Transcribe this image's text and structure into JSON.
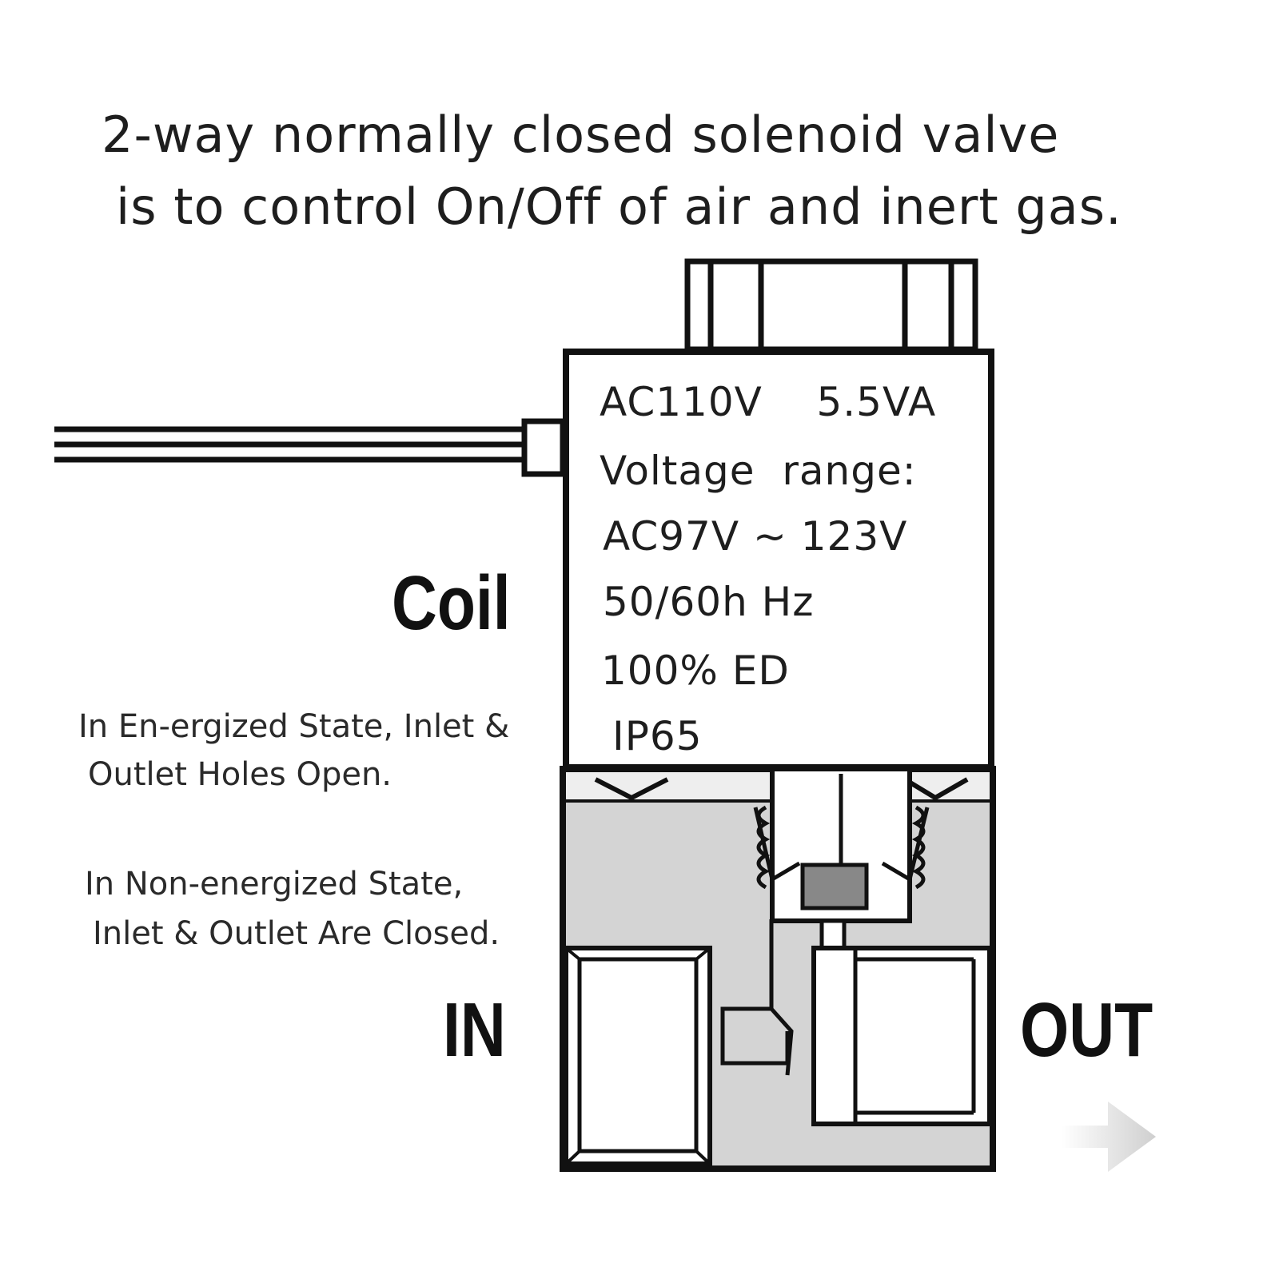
{
  "heading": {
    "line1": "2-way normally closed solenoid valve",
    "line2": "is to control On/Off of air and inert gas."
  },
  "coil_specs": {
    "rating": "AC110V    5.5VA",
    "range_label": "Voltage  range:",
    "range_value": "AC97V ~ 123V",
    "frequency": "50/60h Hz",
    "duty": "100% ED",
    "protection": "IP65"
  },
  "labels": {
    "coil": "Coil",
    "inlet": "IN",
    "outlet": "OUT"
  },
  "notes": {
    "energized_line1": "In En-ergized State, Inlet &",
    "energized_line2": "Outlet Holes Open.",
    "nonenergized_line1": "In Non-energized State,",
    "nonenergized_line2": "Inlet & Outlet Are Closed."
  },
  "colors": {
    "line": "#111111",
    "body_fill": "#d4d4d4",
    "plunger_fill": "#888888",
    "arrow_fill": "#d8d8d8"
  }
}
